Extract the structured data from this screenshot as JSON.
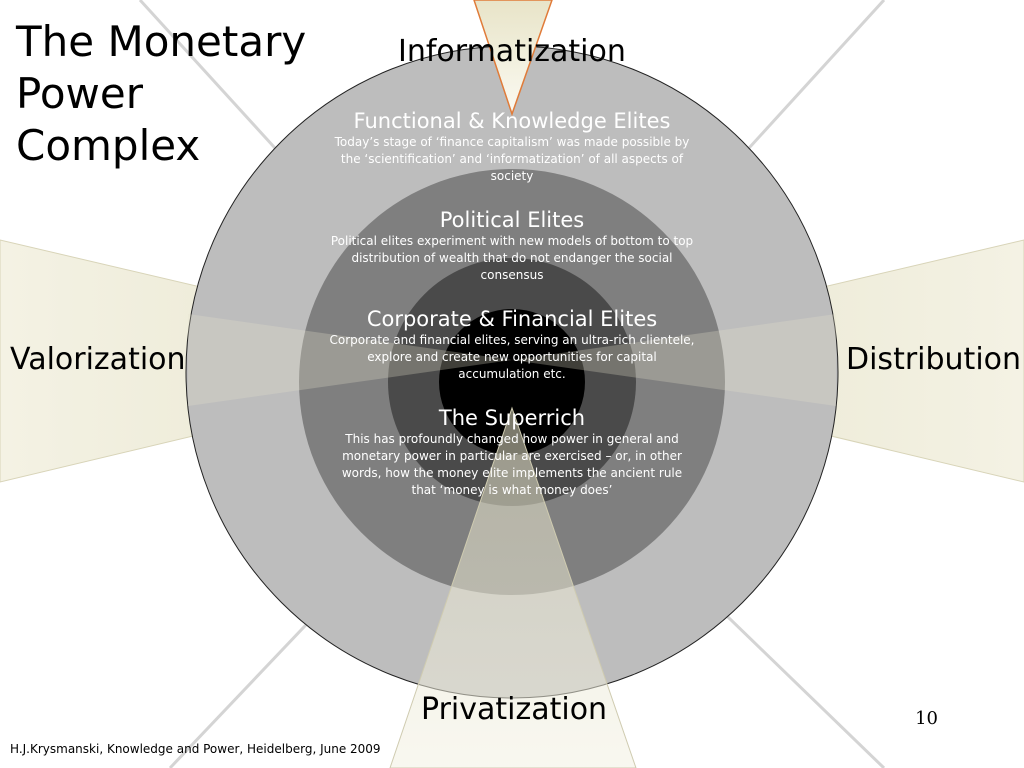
{
  "title": [
    "The Monetary",
    "Power",
    "Complex"
  ],
  "edges": {
    "top": "Informatization",
    "left": "Valorization",
    "right": "Distribution",
    "bottom": "Privatization"
  },
  "rings": {
    "functional": {
      "heading": "Functional & Knowledge Elites",
      "text": "Today’s stage of ‘finance capitalism’ was made possible by the ‘scientification’ and ‘informatization’ of all aspects of society"
    },
    "political": {
      "heading": "Political Elites",
      "text": "Political elites experiment with new models of bottom to top distribution of wealth that do not endanger the social consensus"
    },
    "corporate": {
      "heading": "Corporate  &  Financial Elites",
      "text": "Corporate and financial elites, serving an ultra-rich clientele, explore and create new opportunities for capital accumulation etc."
    },
    "superrich": {
      "heading": "The Superrich",
      "text": "This has profoundly changed how power in general and monetary power in particular are exercised – or, in other words, how the money elite implements the ancient rule that ‘money is what money does’"
    }
  },
  "colors": {
    "ring_outer": "#bdbdbd",
    "ring_2": "#7f7f7f",
    "ring_3": "#4a4a4a",
    "core": "#000000",
    "wedge_fill": "#f1efdf",
    "wedge_top_stroke": "#e07b39",
    "spoke": "#d4d4d4"
  },
  "page_number": "10",
  "footer": "H.J.Krysmanski, Knowledge and Power, Heidelberg, June 2009"
}
